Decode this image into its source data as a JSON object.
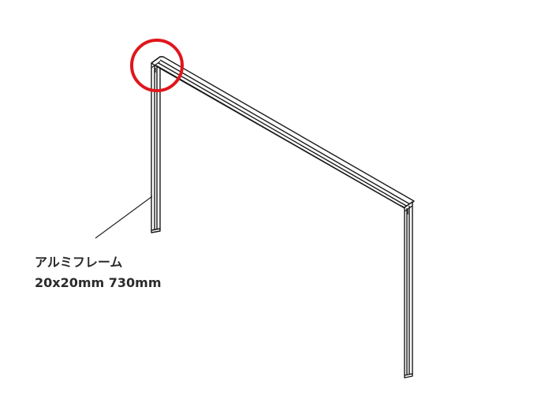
{
  "part_callout": {
    "name": "アルミフレーム",
    "spec": "20x20mm 730mm"
  },
  "colors": {
    "frame_line": "#1a1a1a",
    "frame_face": "#ffffff",
    "highlight_circle": "#e0161b",
    "leader_line": "#222222",
    "label_text": "#2b2b2b"
  },
  "highlight": {
    "shape": "circle",
    "marks": "top-left corner joint of the frame"
  }
}
